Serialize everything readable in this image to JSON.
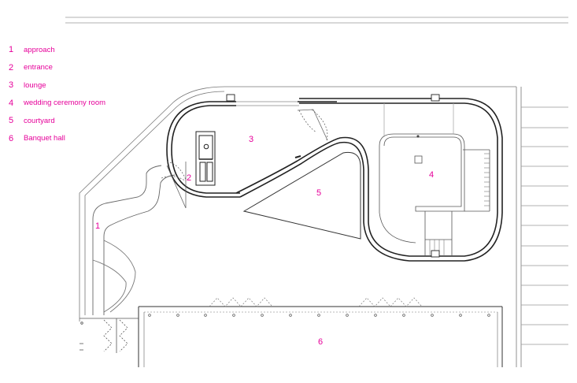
{
  "legend": {
    "items": [
      {
        "number": "1",
        "label": "approach"
      },
      {
        "number": "2",
        "label": "entrance"
      },
      {
        "number": "3",
        "label": "lounge"
      },
      {
        "number": "4",
        "label": "wedding ceremony room"
      },
      {
        "number": "5",
        "label": "courtyard"
      },
      {
        "number": "6",
        "label": "Banquet hall"
      }
    ]
  },
  "plan_labels": {
    "approach": "1",
    "entrance": "2",
    "lounge": "3",
    "wedding_ceremony_room": "4",
    "courtyard": "5",
    "banquet_hall": "6"
  },
  "colors": {
    "accent": "#e6009a",
    "line": "#333333",
    "fine_line": "#999999"
  }
}
